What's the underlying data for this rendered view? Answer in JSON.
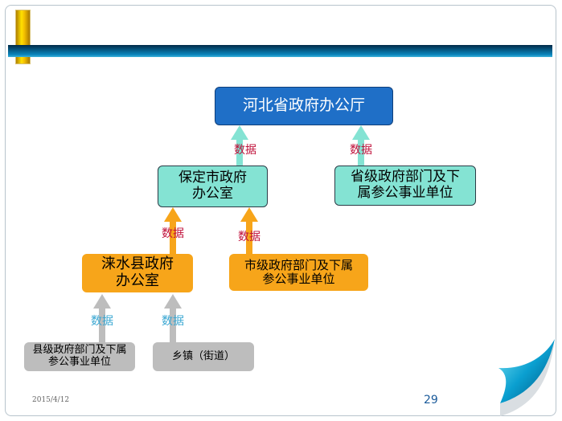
{
  "nodes": {
    "provincial_office": "河北省政府办公厅",
    "baoding_office": "保定市政府\n办公室",
    "provincial_depts": "省级政府部门及下属参公事业单位",
    "laishui_office": "涞水县政府\n办公室",
    "city_depts": "市级政府部门及下属参公事业单位",
    "county_depts": "县级政府部门及下属参公事业单位",
    "township": "乡镇（街道）"
  },
  "edge_label": "数据",
  "footer": {
    "date": "2015/4/12",
    "page": "29"
  },
  "colors": {
    "blue": "#1f6fc7",
    "teal": "#84e3d3",
    "orange": "#f7a51a",
    "gray": "#bdbdbd"
  }
}
